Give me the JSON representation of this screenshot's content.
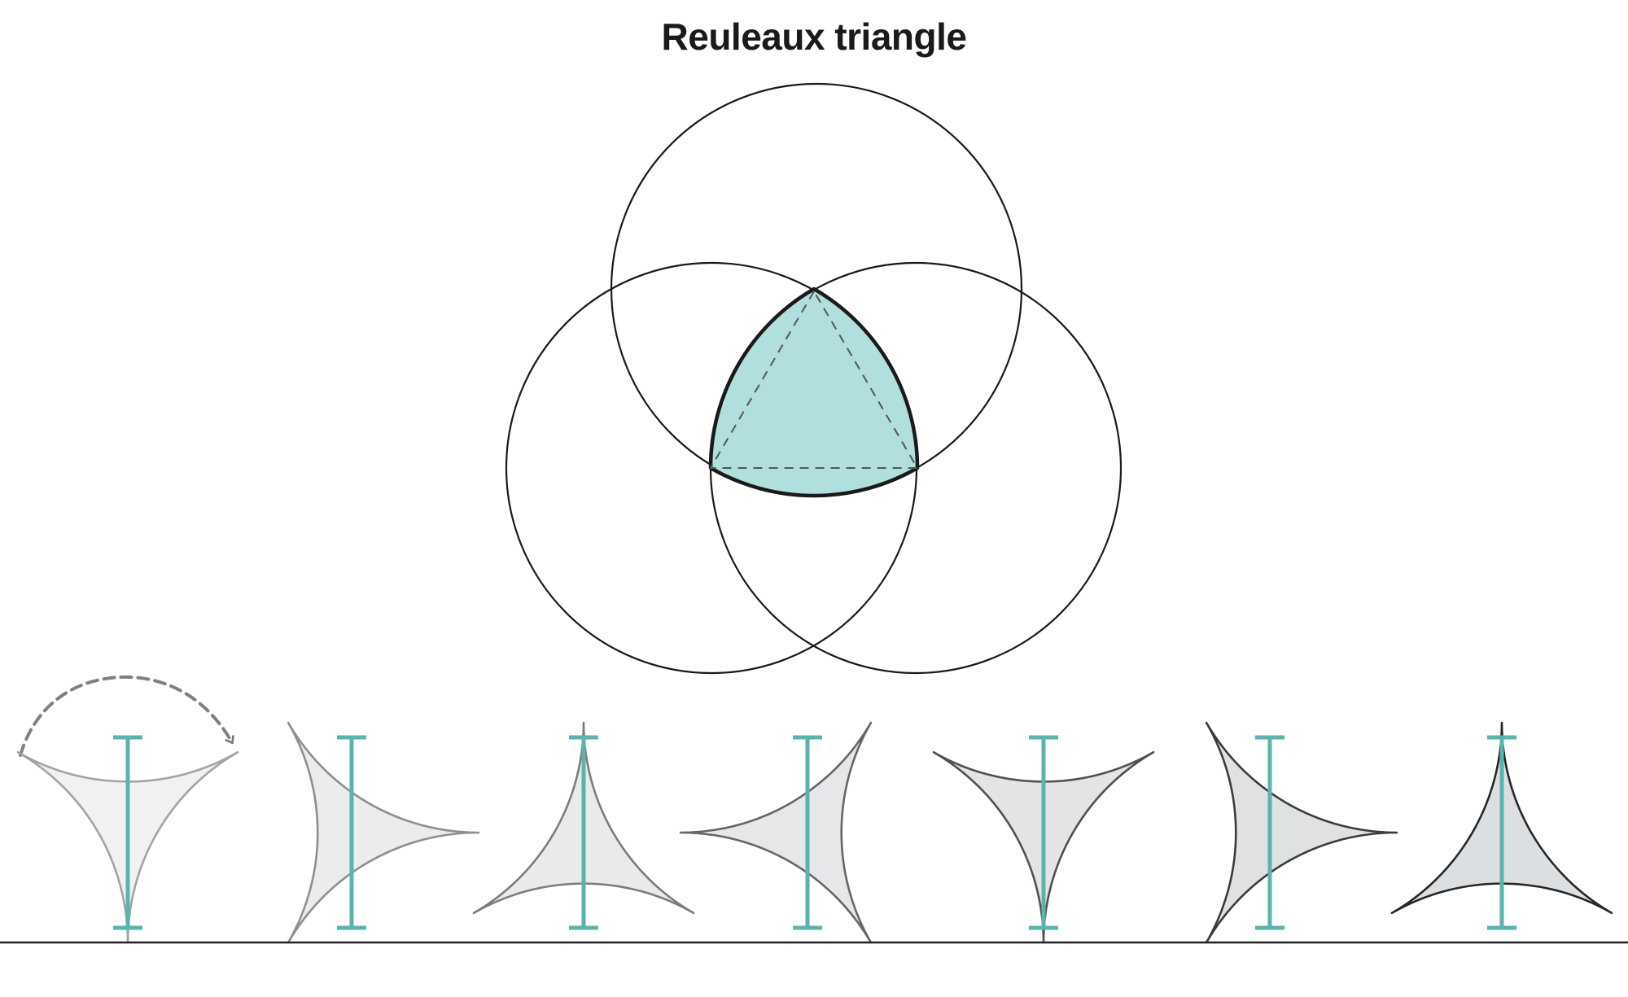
{
  "title": "Reuleaux triangle",
  "colors": {
    "teal_fill": "#b0dfdd",
    "teal_line": "#5ab4ae",
    "ink": "#1a1a1a",
    "ground": "#222222",
    "arrow": "#808080"
  },
  "construction": {
    "circles": 3,
    "highlighted_shape": "Reuleaux triangle",
    "inner_triangle": "equilateral (dashed)"
  },
  "rolling_sequence": {
    "shapes": 7,
    "fills": [
      "#f1f1f1",
      "#ececec",
      "#e9eaea",
      "#e6e7e8",
      "#e2e4e6",
      "#dfe1e3",
      "#dcdfe1"
    ],
    "strokes": [
      "#a3a3a3",
      "#8f8f8f",
      "#7c7c7c",
      "#666666",
      "#505050",
      "#3c3c3c",
      "#262626"
    ],
    "rotation_deg": [
      0,
      30,
      60,
      90,
      120,
      150,
      180
    ],
    "constant_width_marker": "teal I-beam",
    "motion_icon": "curved-dashed-arrow-icon"
  }
}
